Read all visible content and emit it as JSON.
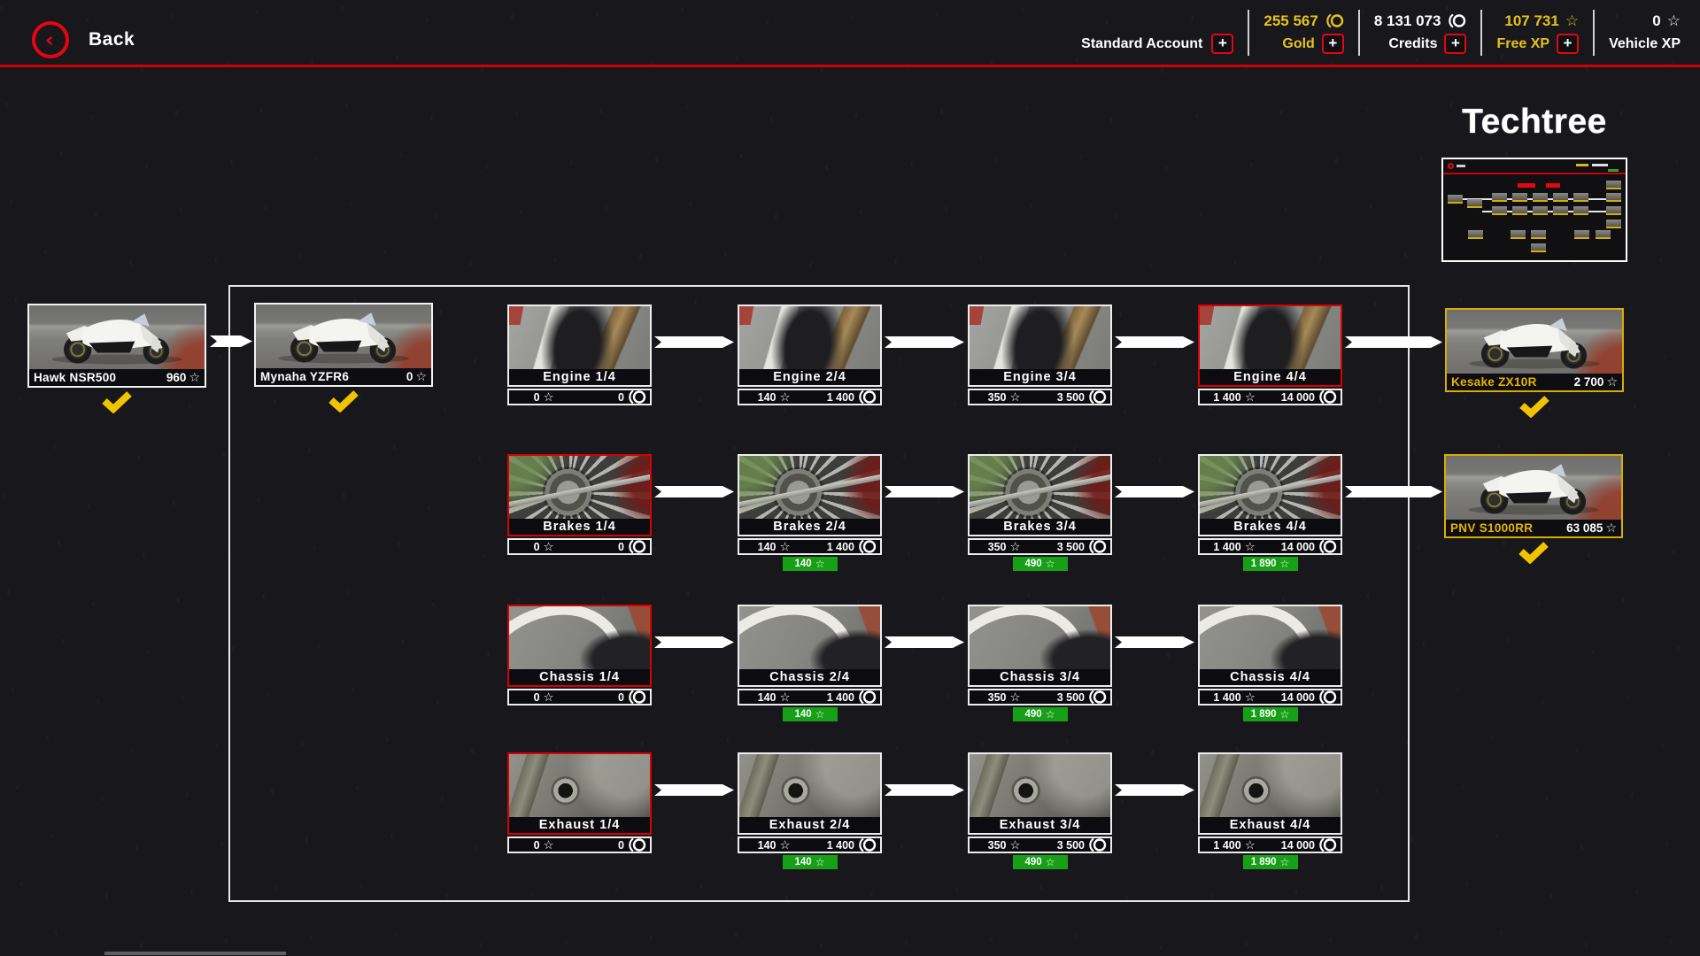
{
  "colors": {
    "accent_red": "#e30613",
    "gold": "#e5c21d",
    "unlock_green": "#17a017",
    "white": "#ffffff"
  },
  "header": {
    "back_label": "Back",
    "account_label": "Standard Account",
    "plus_label": "+",
    "currencies": [
      {
        "id": "gold",
        "value": "255 567",
        "label": "Gold",
        "icon": "coin-icon",
        "value_color": "#e5c21d",
        "has_plus": true
      },
      {
        "id": "credits",
        "value": "8 131 073",
        "label": "Credits",
        "icon": "coin-icon",
        "value_color": "#ffffff",
        "has_plus": true
      },
      {
        "id": "free-xp",
        "value": "107 731",
        "label": "Free XP",
        "icon": "star-icon",
        "value_color": "#e5c21d",
        "has_plus": true
      },
      {
        "id": "vehicle-xp",
        "value": "0",
        "label": "Vehicle XP",
        "icon": "star-icon",
        "value_color": "#ffffff",
        "has_plus": false
      }
    ]
  },
  "page": {
    "title": "Techtree"
  },
  "tree": {
    "left_bikes": [
      {
        "name": "Hawk NSR500",
        "xp": "960",
        "checked": true,
        "style": "white"
      },
      {
        "name": "Mynaha YZFR6",
        "xp": "0",
        "checked": true,
        "style": "white"
      }
    ],
    "right_bikes": [
      {
        "name": "Kesake ZX10R",
        "xp": "2 700",
        "checked": true,
        "style": "gold"
      },
      {
        "name": "PNV S1000RR",
        "xp": "63 085",
        "checked": true,
        "style": "gold"
      }
    ],
    "rows": [
      {
        "category": "Engine",
        "photo": "engine",
        "nodes": [
          {
            "title": "Engine 1/4",
            "xp": "0",
            "credits": "0",
            "red": false,
            "badge": null
          },
          {
            "title": "Engine 2/4",
            "xp": "140",
            "credits": "1 400",
            "red": false,
            "badge": null
          },
          {
            "title": "Engine 3/4",
            "xp": "350",
            "credits": "3 500",
            "red": false,
            "badge": null
          },
          {
            "title": "Engine 4/4",
            "xp": "1 400",
            "credits": "14 000",
            "red": true,
            "badge": null
          }
        ]
      },
      {
        "category": "Brakes",
        "photo": "brakes",
        "nodes": [
          {
            "title": "Brakes 1/4",
            "xp": "0",
            "credits": "0",
            "red": true,
            "badge": null
          },
          {
            "title": "Brakes 2/4",
            "xp": "140",
            "credits": "1 400",
            "red": false,
            "badge": "140"
          },
          {
            "title": "Brakes 3/4",
            "xp": "350",
            "credits": "3 500",
            "red": false,
            "badge": "490"
          },
          {
            "title": "Brakes 4/4",
            "xp": "1 400",
            "credits": "14 000",
            "red": false,
            "badge": "1 890"
          }
        ]
      },
      {
        "category": "Chassis",
        "photo": "chassis",
        "nodes": [
          {
            "title": "Chassis 1/4",
            "xp": "0",
            "credits": "0",
            "red": true,
            "badge": null
          },
          {
            "title": "Chassis 2/4",
            "xp": "140",
            "credits": "1 400",
            "red": false,
            "badge": "140"
          },
          {
            "title": "Chassis 3/4",
            "xp": "350",
            "credits": "3 500",
            "red": false,
            "badge": "490"
          },
          {
            "title": "Chassis 4/4",
            "xp": "1 400",
            "credits": "14 000",
            "red": false,
            "badge": "1 890"
          }
        ]
      },
      {
        "category": "Exhaust",
        "photo": "exhaust",
        "nodes": [
          {
            "title": "Exhaust 1/4",
            "xp": "0",
            "credits": "0",
            "red": true,
            "badge": null
          },
          {
            "title": "Exhaust 2/4",
            "xp": "140",
            "credits": "1 400",
            "red": false,
            "badge": "140"
          },
          {
            "title": "Exhaust 3/4",
            "xp": "350",
            "credits": "3 500",
            "red": false,
            "badge": "490"
          },
          {
            "title": "Exhaust 4/4",
            "xp": "1 400",
            "credits": "14 000",
            "red": false,
            "badge": "1 890"
          }
        ]
      }
    ]
  }
}
